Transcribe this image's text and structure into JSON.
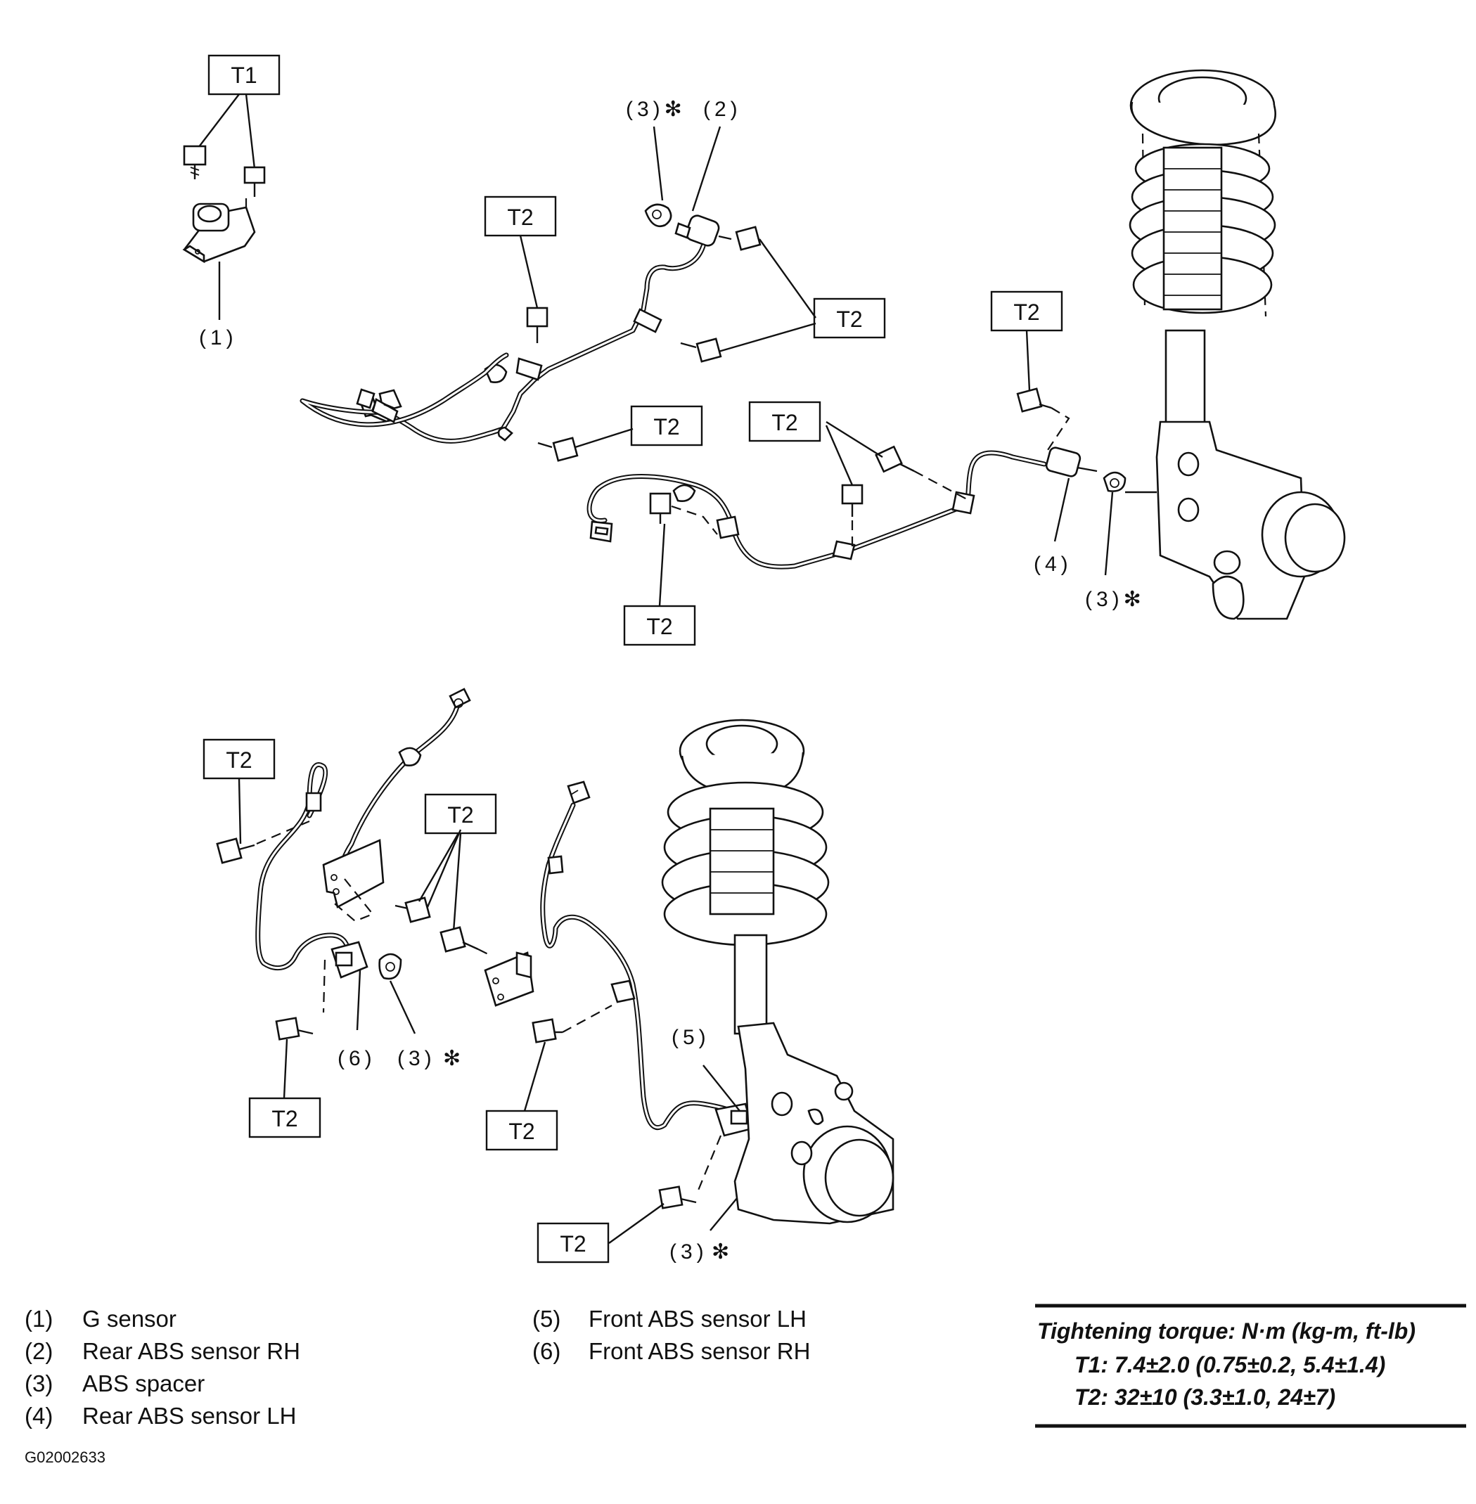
{
  "callouts": {
    "n1": "(1)",
    "n2": "(2)",
    "n3": "(3)",
    "n3_star": "(3)✻",
    "n4": "(4)",
    "n5": "(5)",
    "n6": "(6)",
    "t1": "T1",
    "t2": "T2"
  },
  "legend": {
    "items": [
      {
        "num": "(1)",
        "name": "G sensor"
      },
      {
        "num": "(2)",
        "name": "Rear ABS sensor RH"
      },
      {
        "num": "(3)",
        "name": "ABS spacer"
      },
      {
        "num": "(4)",
        "name": "Rear ABS sensor LH"
      },
      {
        "num": "(5)",
        "name": "Front ABS sensor LH"
      },
      {
        "num": "(6)",
        "name": "Front ABS sensor RH"
      }
    ]
  },
  "torque": {
    "title": "Tightening torque: N·m (kg-m, ft-lb)",
    "t1": "T1: 7.4±2.0 (0.75±0.2, 5.4±1.4)",
    "t2": "T2: 32±10 (3.3±1.0, 24±7)"
  },
  "figure_id": "G02002633"
}
